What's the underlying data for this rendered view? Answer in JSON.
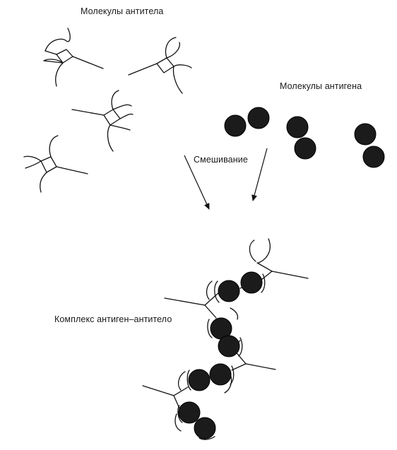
{
  "labels": {
    "antibody_molecules": "Молекулы антитела",
    "antigen_molecules": "Молекулы антигена",
    "mixing": "Смешивание",
    "complex": "Комплекс антиген–антитело"
  },
  "colors": {
    "ink": "#111111",
    "antigen_fill": "#1b1b1b",
    "background": "#ffffff"
  }
}
